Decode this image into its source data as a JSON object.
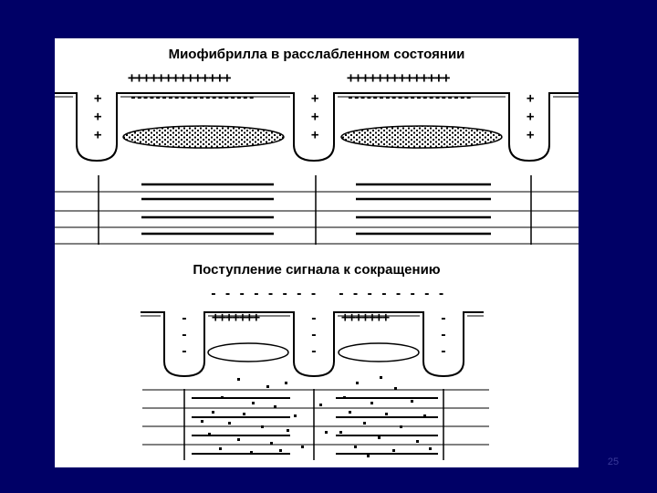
{
  "diagram": {
    "relaxed_title": "Миофибрилла в расслабленном состоянии",
    "signal_title": "Поступление сигнала к сокращению",
    "relaxed_outer_charges": "++++++++++++++",
    "relaxed_inner_charges": "--------------------",
    "relaxed_side_charge": "+",
    "signal_outer_charges": "- - - - - - - -",
    "signal_inner_charges": "+++++++",
    "signal_side_charge": "-"
  },
  "slide": {
    "page_number": "25"
  },
  "colors": {
    "slide_background": "#000066",
    "figure_background": "#ffffff",
    "ink": "#000000"
  }
}
